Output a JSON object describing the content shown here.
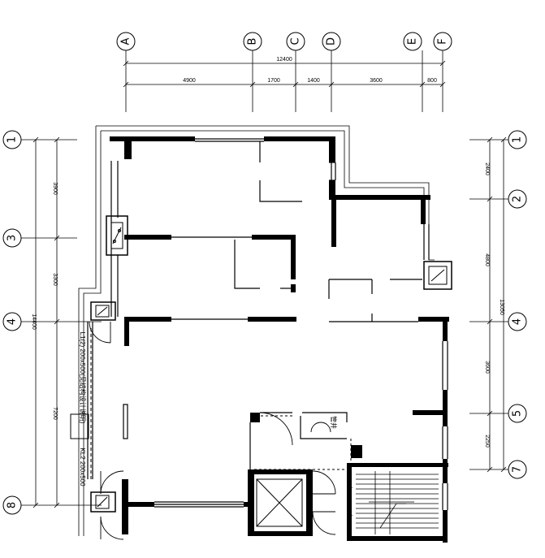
{
  "top_axes": [
    "A",
    "B",
    "C",
    "D",
    "E",
    "F"
  ],
  "left_axes": [
    "1",
    "3",
    "4",
    "8"
  ],
  "right_axes": [
    "1",
    "2",
    "4",
    "5",
    "7"
  ],
  "top_dims": {
    "total": "12400",
    "segments": [
      "4900",
      "1700",
      "1400",
      "3600",
      "800"
    ]
  },
  "left_dims": {
    "total": "14400",
    "segments": [
      "3900",
      "3300",
      "7200"
    ]
  },
  "right_dims": {
    "total": "13050",
    "segments": [
      "2400",
      "4800",
      "3600",
      "2250"
    ]
  },
  "notes": {
    "beam_1": "L1(2) 200x500(见结构设计说明)",
    "beam_2": "KL2 200x500",
    "box_label": "管井"
  },
  "icons": [
    "equipment-box-icon",
    "elevator-icon",
    "stair-icon",
    "door-swing-icon"
  ]
}
